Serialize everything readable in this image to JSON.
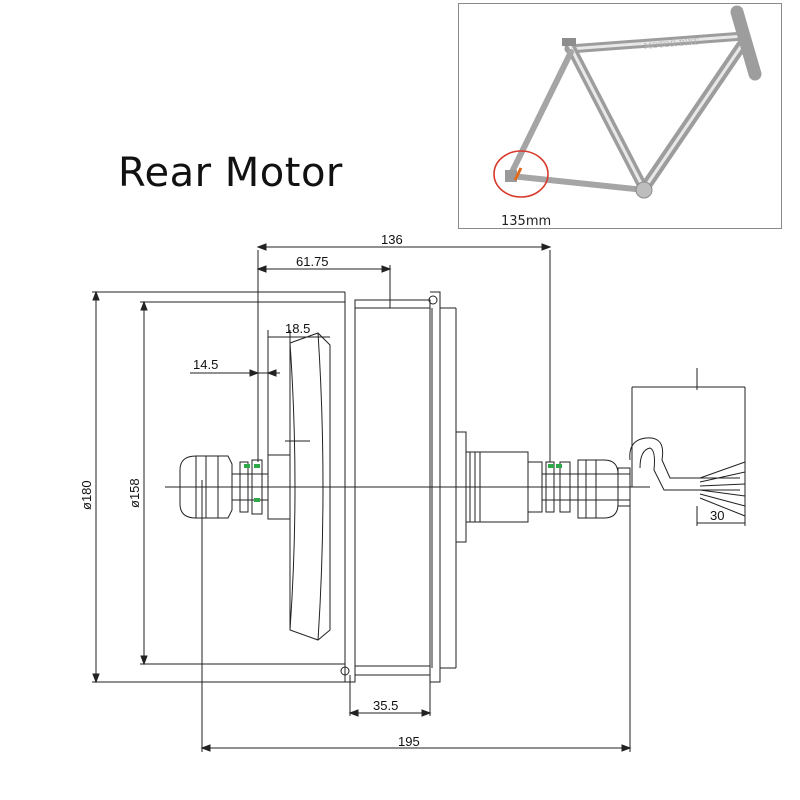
{
  "title": "Rear Motor",
  "inset": {
    "dropout_width_label": "135mm"
  },
  "dimensions": {
    "overall_width": "136",
    "flange_offset": "61.75",
    "left_step": "18.5",
    "left_spacer": "14.5",
    "outer_diameter": "ø180",
    "rim_diameter": "ø158",
    "rim_width": "35.5",
    "axle_length": "195",
    "cable_exit": "30"
  },
  "colors": {
    "line": "#222222",
    "washer_green": "#2fa84a",
    "highlight_red": "#d93a2b",
    "frame_tube": "#c8c8c8"
  }
}
